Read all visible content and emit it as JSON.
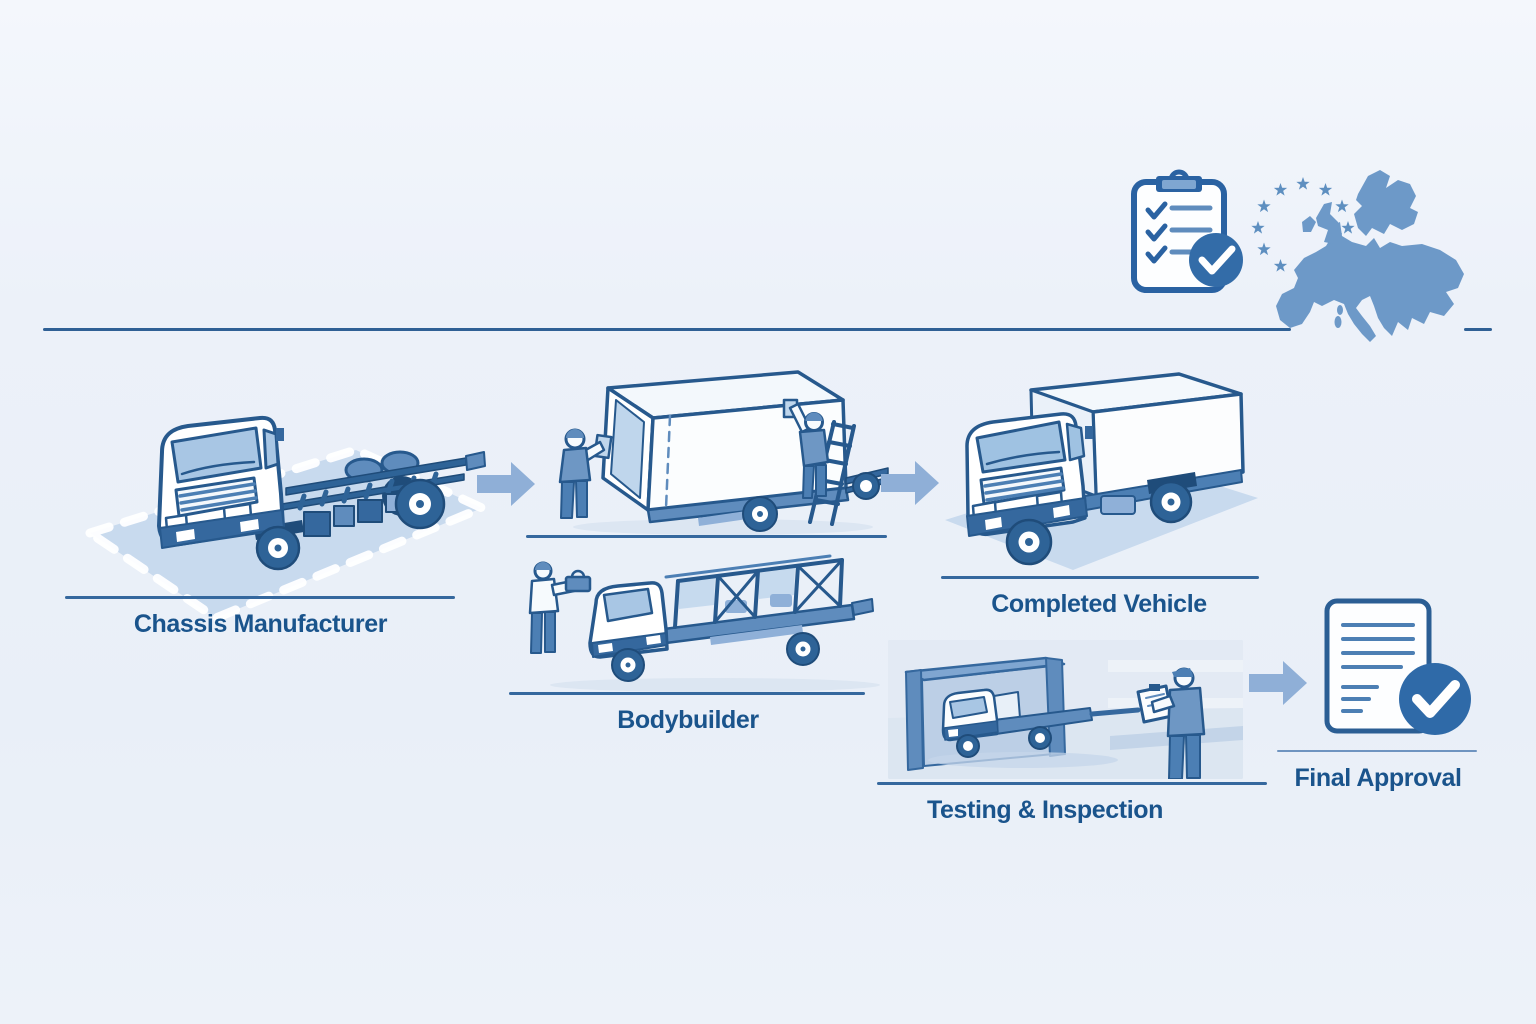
{
  "diagram": {
    "stages": [
      {
        "id": "chassis-manufacturer",
        "label": "Chassis Manufacturer",
        "illustration": "truck-chassis-illustration"
      },
      {
        "id": "bodybuilder",
        "label": "Bodybuilder",
        "illustration": "box-body-installation-and-frame-build-illustrations"
      },
      {
        "id": "completed-vehicle",
        "label": "Completed Vehicle",
        "illustration": "completed-box-truck-illustration"
      },
      {
        "id": "testing-inspection",
        "label": "Testing & Inspection",
        "illustration": "test-bay-inspection-illustration"
      },
      {
        "id": "final-approval",
        "label": "Final Approval",
        "illustration": "approval-document-with-checkmark-illustration"
      }
    ],
    "header_icons": [
      {
        "name": "compliance-checklist-icon"
      },
      {
        "name": "eu-stars-icon"
      },
      {
        "name": "europe-map-icon"
      }
    ],
    "colors": {
      "background": "#EDF2F9",
      "outline": "#27598D",
      "label_text": "#1A548C",
      "arrow": "#8FAFD7",
      "divider": "#2F6095",
      "map_blue": "#6D99C8",
      "star_blue": "#5E8FC0",
      "badge_blue": "#336CA8",
      "panel_background": "#D7E2EF",
      "platform_blue": "#C8DAEE"
    }
  }
}
